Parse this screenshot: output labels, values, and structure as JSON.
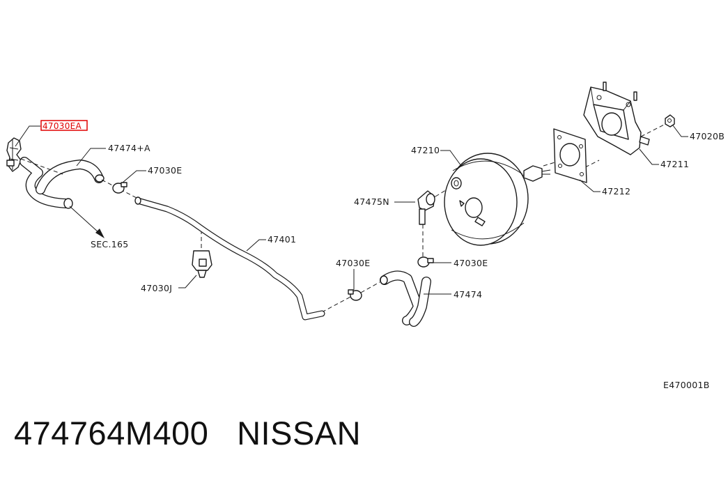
{
  "labels": {
    "highlight": "47030EA",
    "hose_upper": "47474+A",
    "clamp_upper": "47030E",
    "sec": "SEC.165",
    "tube": "47401",
    "clip": "47030J",
    "booster": "47210",
    "valve": "47475N",
    "clamp_mid": "47030E",
    "clamp_right": "47030E",
    "hose_lower": "47474",
    "nut": "47020B",
    "bracket": "47211",
    "gasket": "47212",
    "diagram_code": "E470001B"
  },
  "caption": {
    "part_number": "474764M400",
    "brand": "NISSAN"
  },
  "colors": {
    "highlight": "#e00000",
    "line": "#1a1a1a"
  }
}
